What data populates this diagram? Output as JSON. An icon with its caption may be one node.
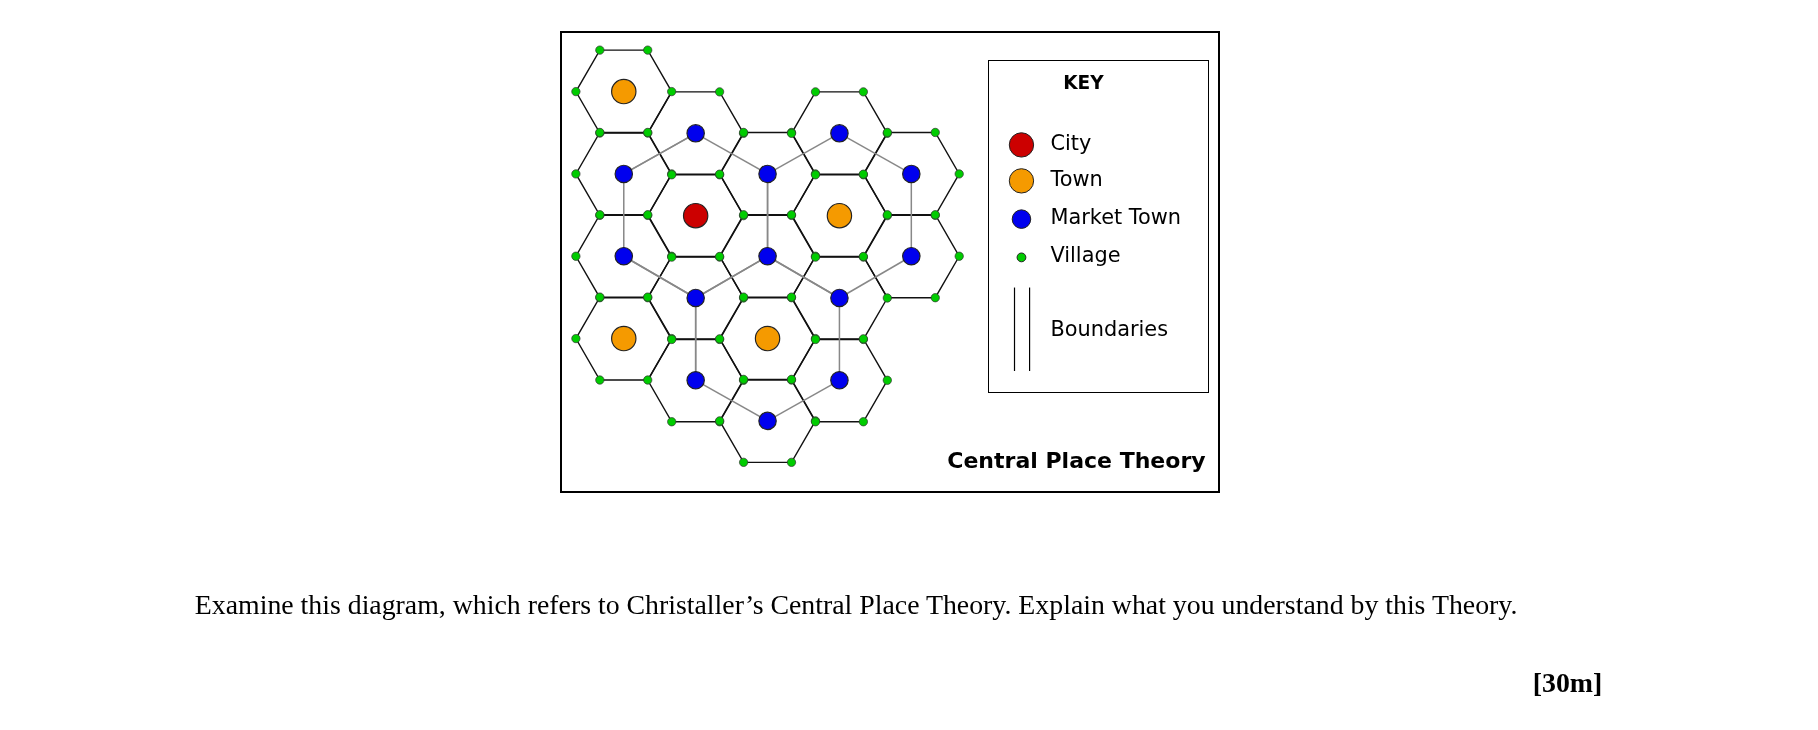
{
  "diagram": {
    "title": "Central Place Theory",
    "caption": "Examine this diagram, which refers to Christaller’s Central Place Theory. Explain what you understand by this Theory.",
    "labels": [
      "KEY",
      "[30m]"
    ],
    "legend": [
      {
        "text": "City",
        "color": "#cc0000"
      },
      {
        "text": "Town",
        "color": "#f59a00"
      },
      {
        "text": "Market Town",
        "color": "#0000ee"
      },
      {
        "text": "Village",
        "color": "#00cc00"
      },
      {
        "text": "Boundaries"
      }
    ]
  }
}
